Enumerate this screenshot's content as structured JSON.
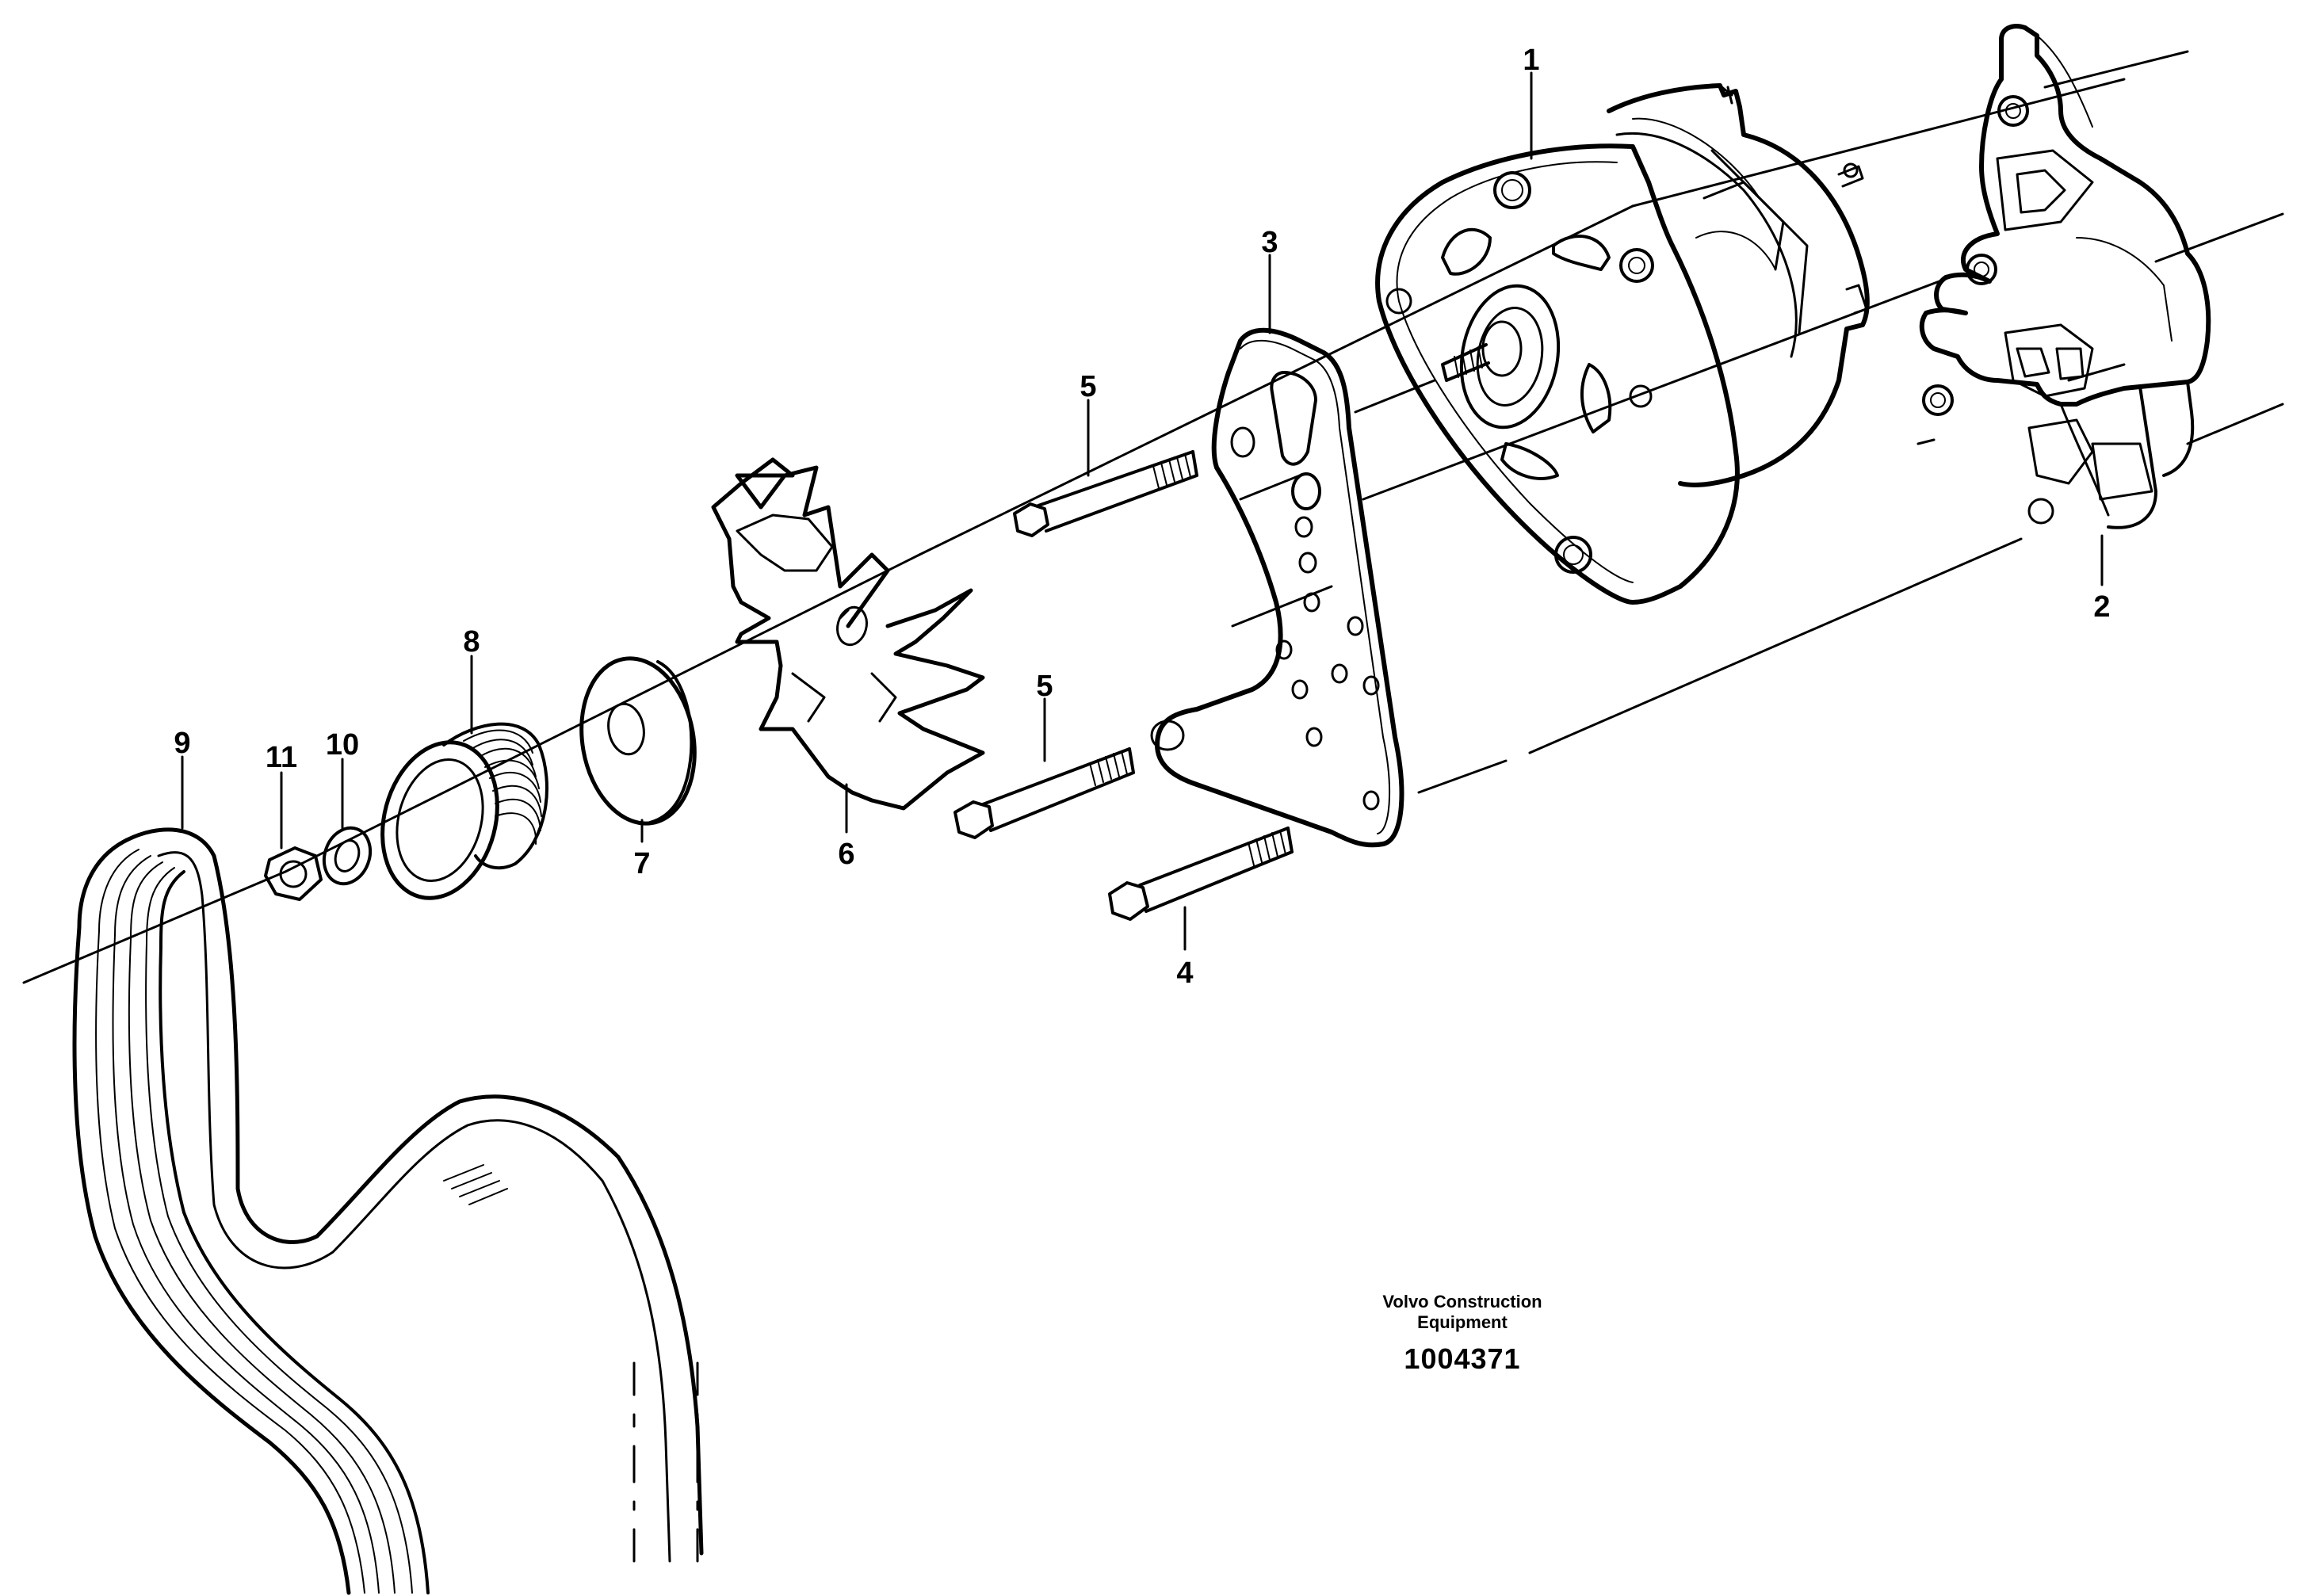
{
  "callouts": [
    {
      "id": "alternator",
      "label": "1"
    },
    {
      "id": "mounting-bracket-rear",
      "label": "2"
    },
    {
      "id": "mounting-bracket-plate",
      "label": "3"
    },
    {
      "id": "bolt-lower",
      "label": "4"
    },
    {
      "id": "bolt-upper",
      "label": "5"
    },
    {
      "id": "bolt-middle",
      "label": "5"
    },
    {
      "id": "fan",
      "label": "6"
    },
    {
      "id": "spacer",
      "label": "7"
    },
    {
      "id": "pulley",
      "label": "8"
    },
    {
      "id": "drive-belt",
      "label": "9"
    },
    {
      "id": "washer",
      "label": "10"
    },
    {
      "id": "nut",
      "label": "11"
    }
  ],
  "caption": {
    "line1": "Volvo Construction",
    "line2": "Equipment",
    "number": "1004371"
  }
}
